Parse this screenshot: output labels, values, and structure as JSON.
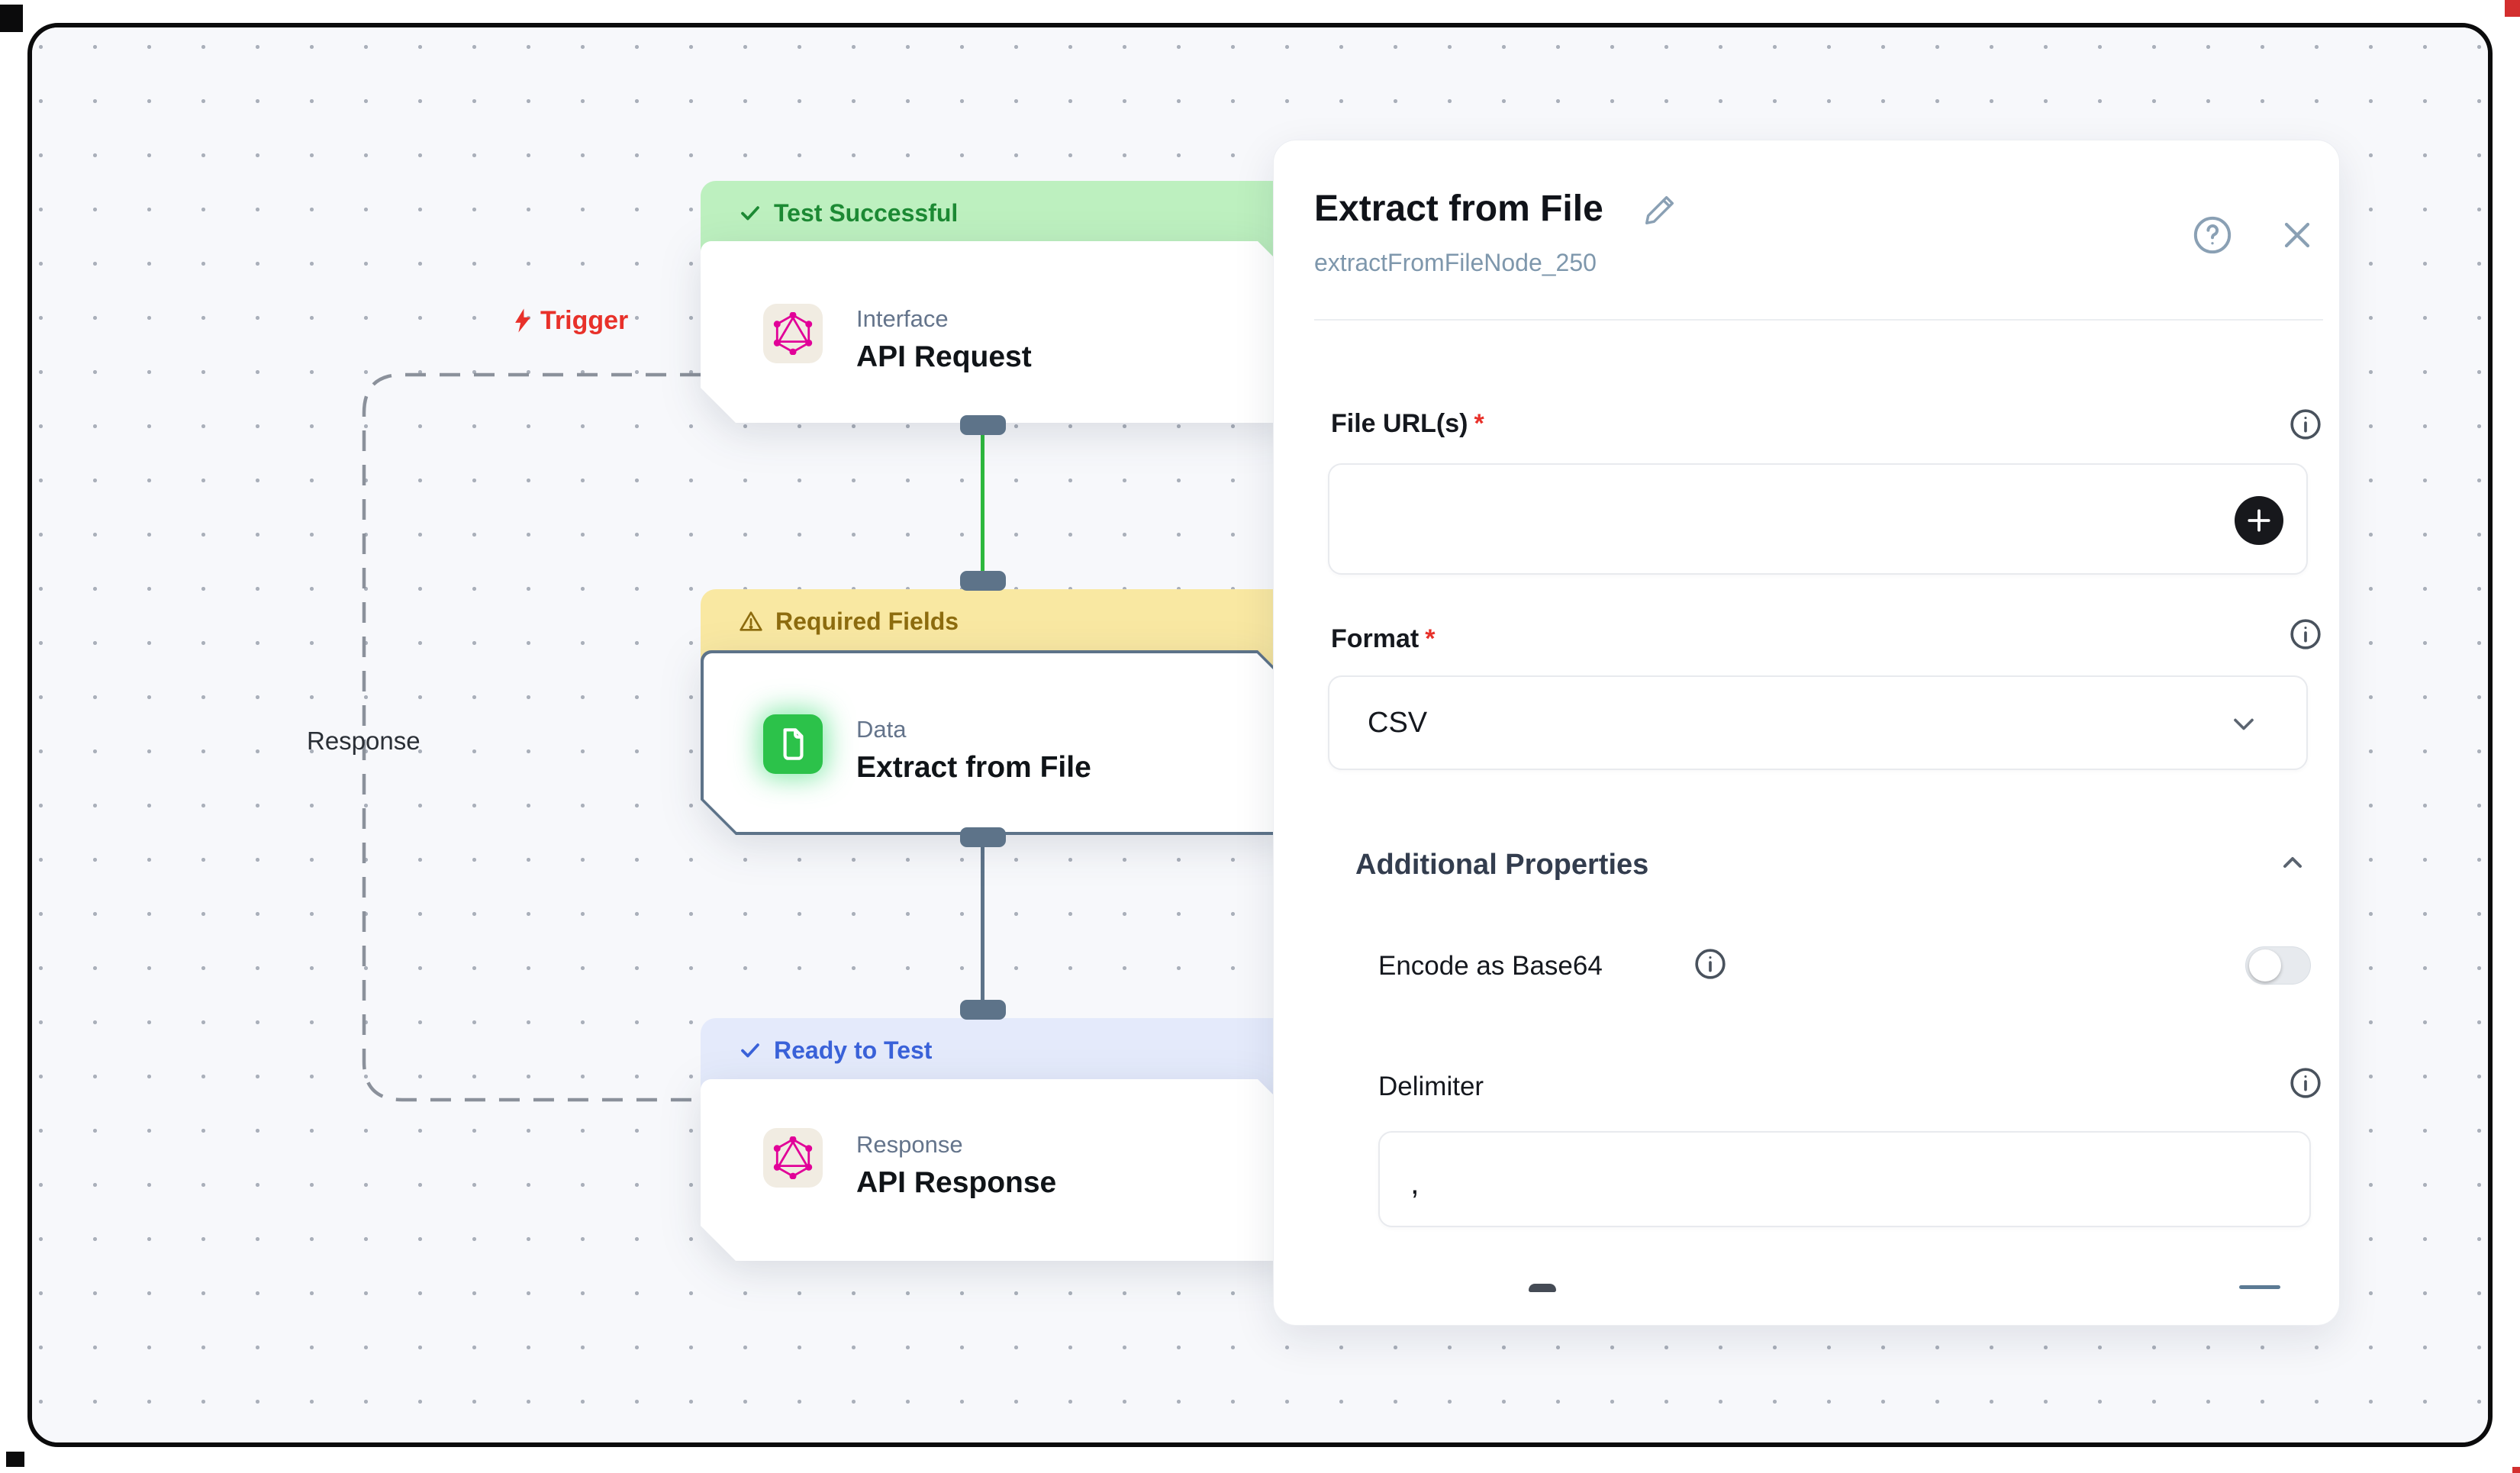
{
  "canvas": {
    "trigger_label": "Trigger",
    "response_label": "Response",
    "nodes": [
      {
        "status": "Test Successful",
        "status_type": "success",
        "category": "Interface",
        "title": "API Request",
        "icon": "graphql-icon"
      },
      {
        "status": "Required Fields",
        "status_type": "warning",
        "category": "Data",
        "title": "Extract from File",
        "icon": "document-icon"
      },
      {
        "status": "Ready to Test",
        "status_type": "info",
        "category": "Response",
        "title": "API Response",
        "icon": "graphql-icon"
      }
    ]
  },
  "panel": {
    "title": "Extract from File",
    "node_id": "extractFromFileNode_250",
    "required_marker": "*",
    "file_urls_label": "File URL(s)",
    "file_urls_value": "",
    "format_label": "Format",
    "format_value": "CSV",
    "section_heading": "Additional Properties",
    "encode_label": "Encode as Base64",
    "encode_enabled": false,
    "delimiter_label": "Delimiter",
    "delimiter_value": ","
  },
  "colors": {
    "success_bg": "#bdf0bf",
    "success_text": "#1d8a34",
    "warning_bg": "#f9e8a2",
    "warning_text": "#8d6c0f",
    "info_bg": "#e4eafb",
    "info_text": "#3a62d9",
    "edge_green": "#2db83d",
    "edge_slate": "#5d7389",
    "graphql_pink": "#e10098",
    "doc_tile_green": "#2cc24a",
    "trigger_red": "#e8312a",
    "canvas_bg": "#f7f8fb"
  }
}
